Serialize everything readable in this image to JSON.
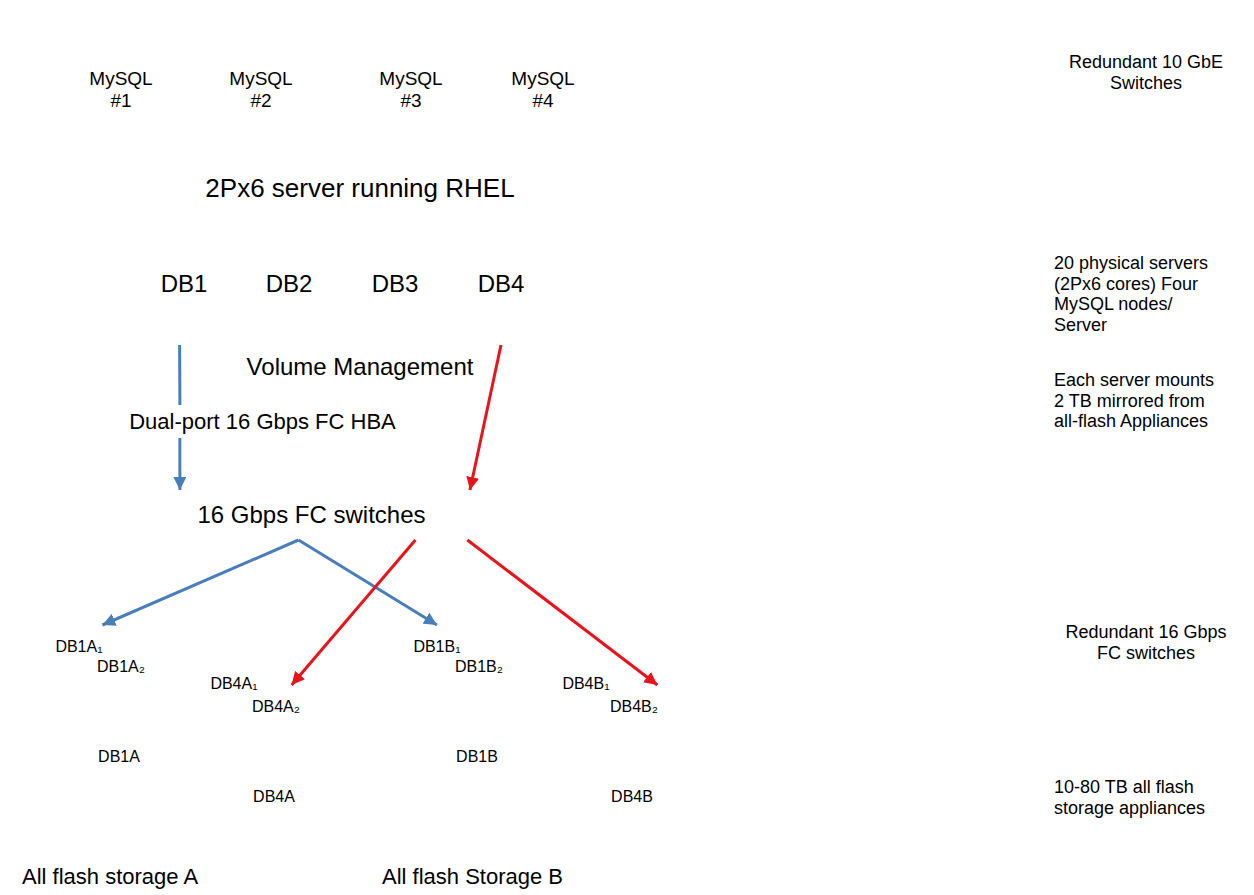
{
  "diagram": {
    "nodes": [
      {
        "text": [
          "MySQL #1"
        ]
      },
      {
        "text": [
          "MySQL #2"
        ]
      },
      {
        "text": [
          "MySQL #3"
        ]
      },
      {
        "text": [
          "MySQL #4"
        ]
      },
      {
        "text": [
          "2Px6 server running RHEL"
        ]
      },
      {
        "text": [
          "DB1"
        ]
      },
      {
        "text": [
          "DB2"
        ]
      },
      {
        "text": [
          "DB3"
        ]
      },
      {
        "text": [
          "DB4"
        ]
      },
      {
        "text": [
          "Volume Management"
        ]
      },
      {
        "text": [
          "Dual-port 16 Gbps FC HBA"
        ]
      },
      {
        "text": [
          "16 Gbps FC switches"
        ]
      },
      {
        "text": [
          "All flash storage A"
        ]
      },
      {
        "text": [
          "DB1A₁"
        ],
        "in": 12
      },
      {
        "text": [
          "DB1A₂"
        ],
        "in": 12
      },
      {
        "text": [
          "DB1A"
        ],
        "in": 12
      },
      {
        "text": [
          "DB4A₁"
        ],
        "in": 12
      },
      {
        "text": [
          "DB4A₂"
        ],
        "in": 12
      },
      {
        "text": [
          "DB4A"
        ],
        "in": 12
      },
      {
        "text": [
          "All flash Storage B"
        ]
      },
      {
        "text": [
          "DB1B₁"
        ],
        "in": 19
      },
      {
        "text": [
          "DB1B₂"
        ],
        "in": 19
      },
      {
        "text": [
          "DB1B"
        ],
        "in": 19
      },
      {
        "text": [
          "DB4B₁"
        ],
        "in": 19
      },
      {
        "text": [
          "DB4B₂"
        ],
        "in": 19
      },
      {
        "text": [
          "DB4B"
        ],
        "in": 19
      },
      {
        "text": [
          "Redundant 10 GbE Switches"
        ]
      },
      {
        "text": [
          "20 physical servers (2Px6 cores) Four MySQL nodes/ Server",
          "Each server mounts 2 TB mirrored from all-flash Appliances"
        ]
      },
      {
        "text": [
          "Redundant 16 Gbps FC switches"
        ]
      },
      {
        "text": [
          "10-80 TB all flash storage appliances"
        ]
      }
    ],
    "edges": [
      {
        "from": 5,
        "to": 10,
        "arrow": "none"
      },
      {
        "from": 10,
        "to": 11,
        "arrow": "to"
      },
      {
        "from": 8,
        "to": 11,
        "arrow": "to"
      },
      {
        "from": 11,
        "to": 13,
        "arrow": "to"
      },
      {
        "from": 11,
        "to": 20,
        "arrow": "to"
      },
      {
        "from": 11,
        "to": 17,
        "arrow": "to"
      },
      {
        "from": 11,
        "to": 24,
        "arrow": "to"
      }
    ]
  }
}
